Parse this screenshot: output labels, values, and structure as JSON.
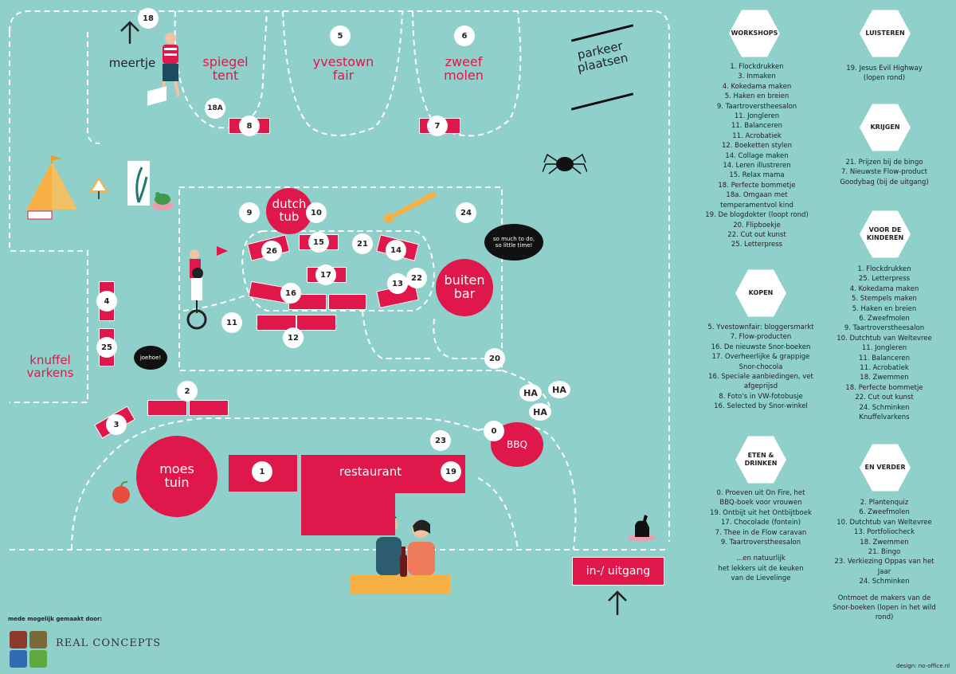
{
  "colors": {
    "background": "#8fd0cb",
    "accent": "#e0174b",
    "white": "#ffffff",
    "dark": "#222222"
  },
  "map": {
    "areas": {
      "meertje": "meertje",
      "spiegel_tent": "spiegel\ntent",
      "yvestown_fair": "yvestown\nfair",
      "zweef_molen": "zweef\nmolen",
      "parkeer": "parkeer\nplaatsen",
      "knuffel": "knuffel\nvarkens",
      "dutch_tub": "dutch\ntub",
      "buiten_bar": "buiten\nbar",
      "moes_tuin": "moes\ntuin",
      "restaurant": "restaurant",
      "bbq": "BBQ",
      "entrance": "in-/ uitgang"
    },
    "numbers": {
      "n18": "18",
      "n5": "5",
      "n6": "6",
      "n18a": "18A",
      "n8": "8",
      "n7": "7",
      "n9": "9",
      "n10": "10",
      "n24": "24",
      "n26": "26",
      "n15": "15",
      "n21": "21",
      "n14": "14",
      "n17": "17",
      "n16": "16",
      "n13": "13",
      "n22": "22",
      "n11": "11",
      "n12": "12",
      "n4": "4",
      "n25": "25",
      "n20": "20",
      "n2": "2",
      "n3": "3",
      "n23": "23",
      "n1": "1",
      "n19": "19",
      "n0": "0"
    },
    "bubbles": {
      "joehoe": "joehoe!",
      "so_much": "so much to do,\nso little time!"
    },
    "haha": [
      "HA",
      "HA",
      "HA"
    ]
  },
  "sections": {
    "workshops": {
      "title": "WORKSHOPS",
      "items": [
        "1. Flockdrukken",
        "3. Inmaken",
        "4. Kokedama maken",
        "5. Haken en breien",
        "9. Taartroverstheesalon",
        "11. Jongleren",
        "11. Balanceren",
        "11. Acrobatiek",
        "12. Boeketten stylen",
        "14. Collage maken",
        "14. Leren illustreren",
        "15. Relax mama",
        "18. Perfecte bommetje",
        "18a. Omgaan met",
        "temperamentvol kind",
        "19. De blogdokter (loopt rond)",
        "20. Flipboekje",
        "22. Cut out kunst",
        "25. Letterpress"
      ]
    },
    "luisteren": {
      "title": "LUISTEREN",
      "items": [
        "19. Jesus Evil Highway",
        "(lopen rond)"
      ]
    },
    "krijgen": {
      "title": "KRIJGEN",
      "items": [
        "21. Prijzen bij de bingo",
        "7. Nieuwste Flow-product",
        "Goodybag (bij de uitgang)"
      ]
    },
    "kinderen": {
      "title": "VOOR DE\nKINDEREN",
      "items": [
        "1. Flockdrukken",
        "25. Letterpress",
        "4. Kokedama maken",
        "5. Stempels maken",
        "5. Haken en breien",
        "6. Zweefmolen",
        "9. Taartroverstheesalon",
        "10. Dutchtub van Weltevree",
        "11. Jongleren",
        "11. Balanceren",
        "11. Acrobatiek",
        "18. Zwemmen",
        "18. Perfecte bommetje",
        "22. Cut out kunst",
        "24. Schminken",
        "Knuffelvarkens"
      ]
    },
    "kopen": {
      "title": "KOPEN",
      "items": [
        "5. Yvestownfair: bloggersmarkt",
        "7. Flow-producten",
        "16. De nieuwste Snor-boeken",
        "17. Overheerlijke & grappige",
        "Snor-chocola",
        "16. Speciale aanbiedingen, vet",
        "afgeprijsd",
        "8. Foto's in VW-fotobusje",
        "16. Selected by Snor-winkel"
      ]
    },
    "eten": {
      "title": "ETEN &\nDRINKEN",
      "items": [
        "0. Proeven uit On Fire, het",
        "BBQ-boek voor vrouwen",
        "19. Ontbijt uit het Ontbijtboek",
        "17. Chocolade (fontein)",
        "7. Thee in de Flow caravan",
        "9. Taartroverstheesalon",
        "",
        "...en natuurlijk",
        "het lekkers uit de keuken",
        "van de Lievelinge"
      ]
    },
    "verder": {
      "title": "EN VERDER",
      "items": [
        "2. Plantenquiz",
        "6. Zweefmolen",
        "10. Dutchtub van Weltevree",
        "13. Portfoliocheck",
        "18. Zwemmen",
        "21. Bingo",
        "23. Verkiezing Oppas van het",
        "Jaar",
        "24. Schminken",
        "",
        "Ontmoet de makers van de",
        "Snor-boeken (lopen in het wild",
        "rond)"
      ]
    }
  },
  "footer": {
    "made_by": "mede mogelijk gemaakt door:",
    "sponsor": "REAL CONCEPTS",
    "design": "design: no-office.nl"
  },
  "icons": [
    "arrow-up-icon",
    "diver-icon",
    "tent-icon",
    "warning-sign-icon",
    "frog-icon",
    "spider-icon",
    "comet-icon",
    "unicycle-acrobat-icon",
    "apple-icon",
    "dog-icon",
    "couple-dining-icon",
    "wine-bottle-icon",
    "sponsor-app-icon"
  ]
}
